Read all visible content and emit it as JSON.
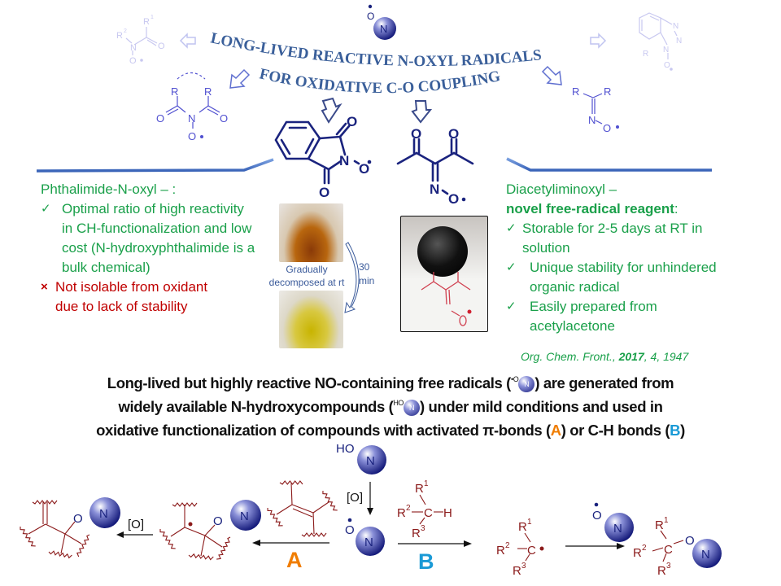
{
  "title": {
    "line1": "LONG-LIVED REACTIVE N-OXYL RADICALS",
    "line2": "FOR OXIDATIVE C-O COUPLING"
  },
  "atoms": {
    "N": "N",
    "O": "O",
    "HO": "HO",
    "R": "R",
    "R1": "R",
    "R2": "R",
    "R3": "R",
    "C": "C",
    "H": "H",
    "sup1": "1",
    "sup2": "2",
    "sup3": "3",
    "oxidant": "[O]"
  },
  "left_block": {
    "heading": "Phthalimide-N-oxyl  – :",
    "pros": [
      "Optimal ratio of high reactivity in CH-functionalization and low cost (N-hydroxyphthalimide is a bulk chemical)"
    ],
    "cons": [
      "Not isolable from oxidant due to lack of stability"
    ],
    "check": "✓",
    "cross": "×"
  },
  "photos": {
    "caption": "Gradually decomposed at rt",
    "time": "30 min"
  },
  "right_block": {
    "heading": "Diacetyliminoxyl –",
    "subheading": "novel free-radical reagent",
    "colon": ":",
    "pros": [
      "Storable for 2-5 days at RT in solution",
      "Unique stability for unhindered  organic radical",
      "Easily prepared from acetylacetone"
    ],
    "check": "✓"
  },
  "citation": {
    "journal": "Org. Chem. Front.",
    "year": "2017",
    "rest": ", 4, 1947",
    "sep": ", "
  },
  "summary": {
    "l1a": "Long-lived but highly reactive NO-containing free radicals (",
    "l1b": ") are generated from",
    "l2a": "widely available N-hydroxycompounds (",
    "l2b": ") under mild conditions and used in",
    "l3a": "oxidative functionalization of compounds with activated π-bonds (",
    "A": "A",
    "l3b": ") or C-H bonds (",
    "B": "B",
    "l3c": ")",
    "rad_prefix": "•O",
    "ho_prefix": "HO"
  },
  "scheme": {
    "pathA": "A",
    "pathB": "B"
  },
  "colors": {
    "navy": "#1a237e",
    "title": "#3a5f9a",
    "green": "#1aa04a",
    "red": "#c00000",
    "brown": "#8b1a1a",
    "orange": "#f07d00",
    "cyan": "#1a9ad6",
    "line": "#4a78c8"
  }
}
